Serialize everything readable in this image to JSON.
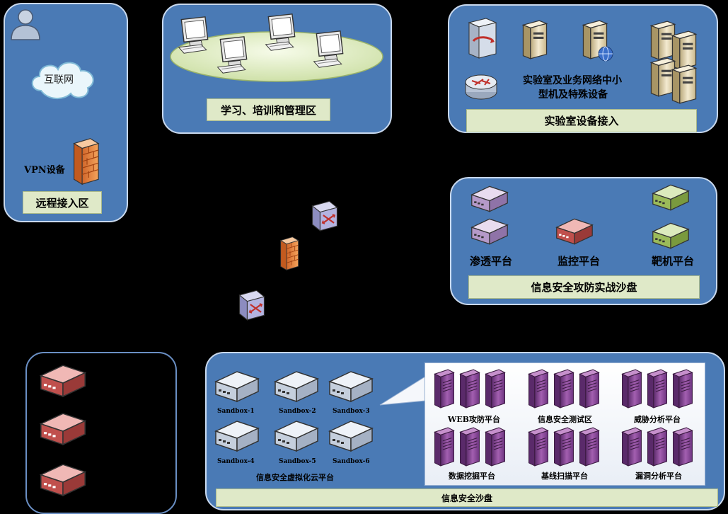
{
  "zones": {
    "remote": {
      "title": "远程接入区",
      "vpn_label": "VPN设备",
      "cloud_label": "互联网"
    },
    "learning": {
      "title": "学习、培训和管理区"
    },
    "lab": {
      "title": "实验室设备接入",
      "desc_line1": "实验室及业务网络中小",
      "desc_line2": "型机及特殊设备"
    },
    "battle": {
      "title": "信息安全攻防实战沙盘",
      "platforms": [
        "渗透平台",
        "监控平台",
        "靶机平台"
      ]
    },
    "sandbox": {
      "title": "信息安全沙盘",
      "cloud_title": "信息安全虚拟化云平台",
      "sandboxes": [
        "Sandbox-1",
        "Sandbox-2",
        "Sandbox-3",
        "Sandbox-4",
        "Sandbox-5",
        "Sandbox-6"
      ],
      "platforms": [
        "WEB攻防平台",
        "信息安全测试区",
        "威胁分析平台",
        "数据挖掘平台",
        "基线扫描平台",
        "漏洞分析平台"
      ]
    }
  },
  "colors": {
    "zone_fill": "#4a7ab5",
    "label_fill": "#dfe9c8",
    "server_purple": "#8a3f8f",
    "device_red": "#c0504d",
    "device_green": "#9bbb59",
    "device_lilac": "#b59ac9"
  }
}
